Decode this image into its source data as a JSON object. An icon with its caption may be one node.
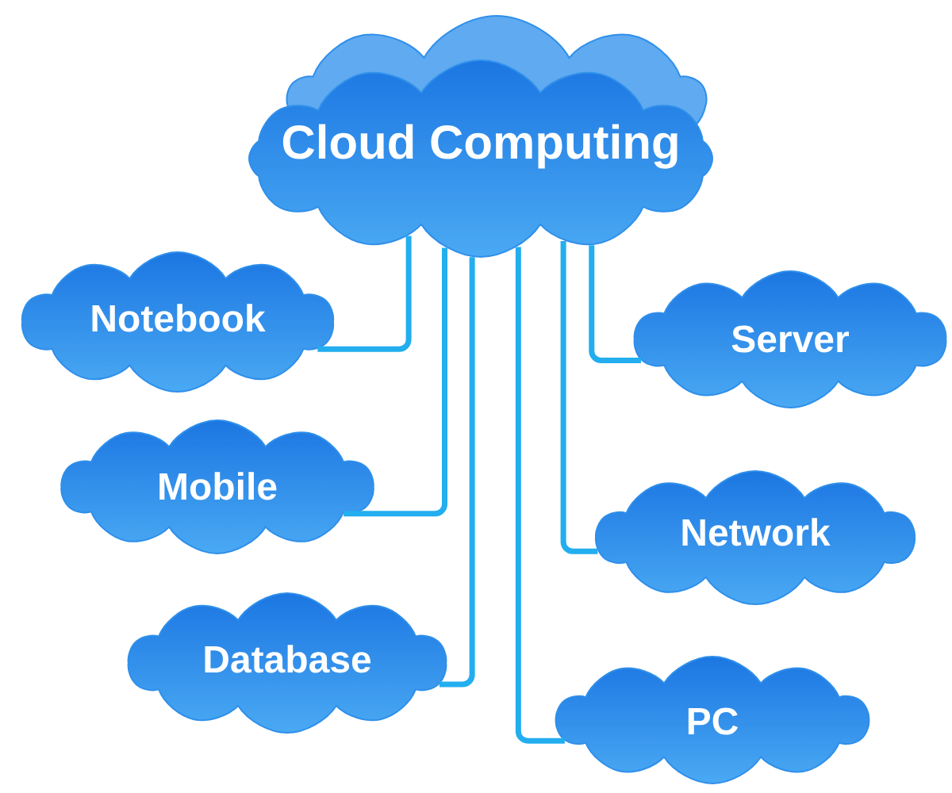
{
  "diagram": {
    "nodes": [
      {
        "text": [
          "Cloud Computing"
        ]
      },
      {
        "text": [
          "Notebook"
        ]
      },
      {
        "text": [
          "Server"
        ]
      },
      {
        "text": [
          "Mobile"
        ]
      },
      {
        "text": [
          "Network"
        ]
      },
      {
        "text": [
          "Database"
        ]
      },
      {
        "text": [
          "PC"
        ]
      }
    ],
    "edges": [
      {
        "from": 0,
        "to": 1,
        "arrow": "none"
      },
      {
        "from": 0,
        "to": 2,
        "arrow": "none"
      },
      {
        "from": 0,
        "to": 3,
        "arrow": "none"
      },
      {
        "from": 0,
        "to": 4,
        "arrow": "none"
      },
      {
        "from": 0,
        "to": 5,
        "arrow": "none"
      },
      {
        "from": 0,
        "to": 6,
        "arrow": "none"
      }
    ]
  }
}
